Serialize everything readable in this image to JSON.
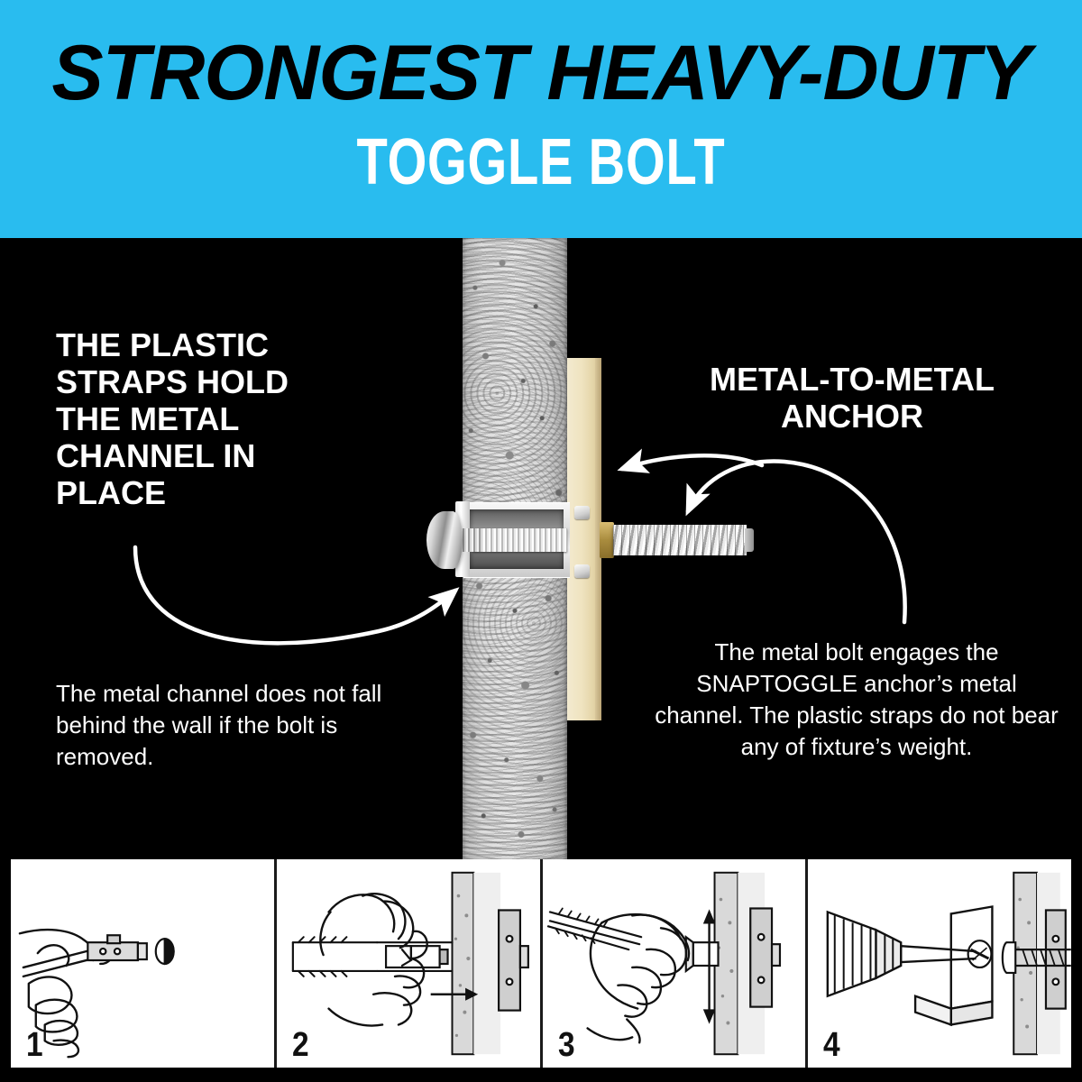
{
  "header": {
    "title_line1": "STRONGEST HEAVY-DUTY",
    "title_line2": "TOGGLE BOLT",
    "background_color": "#29BCEF",
    "line1_color": "#000000",
    "line2_color": "#FFFFFF"
  },
  "callouts": {
    "left": {
      "heading": "THE PLASTIC STRAPS HOLD THE METAL CHANNEL IN PLACE",
      "body": "The metal channel does not fall behind the wall if the bolt is removed.",
      "arrow": "curved-arrow-pointing-right-to-anchor"
    },
    "right": {
      "heading": "METAL-TO-METAL ANCHOR",
      "body": "The metal bolt engages the SNAPTOGGLE anchor’s metal channel. The plastic straps do not bear any of fixture’s weight.",
      "arrow_plate": "arrow-pointing-left-to-mounting-plate",
      "arrow_bolt": "curved-arrow-pointing-down-to-bolt"
    }
  },
  "product_photo": {
    "description": "Cross-section of a wall with a toggle bolt anchor installed",
    "wall_label": "wall-cross-section",
    "plate_label": "mounting-plate",
    "plate_color": "#EFE3BF",
    "screw_label": "screw-head",
    "channel_label": "metal-channel",
    "bolt_label": "threaded-bolt"
  },
  "steps_strip": {
    "background_color": "#FFFFFF",
    "steps": [
      {
        "number": "1",
        "art": "hand-holding-anchor-with-straps"
      },
      {
        "number": "2",
        "art": "hand-inserting-anchor-through-wall"
      },
      {
        "number": "3",
        "art": "hand-snapping-off-plastic-straps"
      },
      {
        "number": "4",
        "art": "screwdriver-driving-bolt-into-fixture"
      }
    ]
  },
  "colors": {
    "accent_blue": "#29BCEF",
    "background_black": "#000000",
    "text_white": "#FFFFFF"
  }
}
